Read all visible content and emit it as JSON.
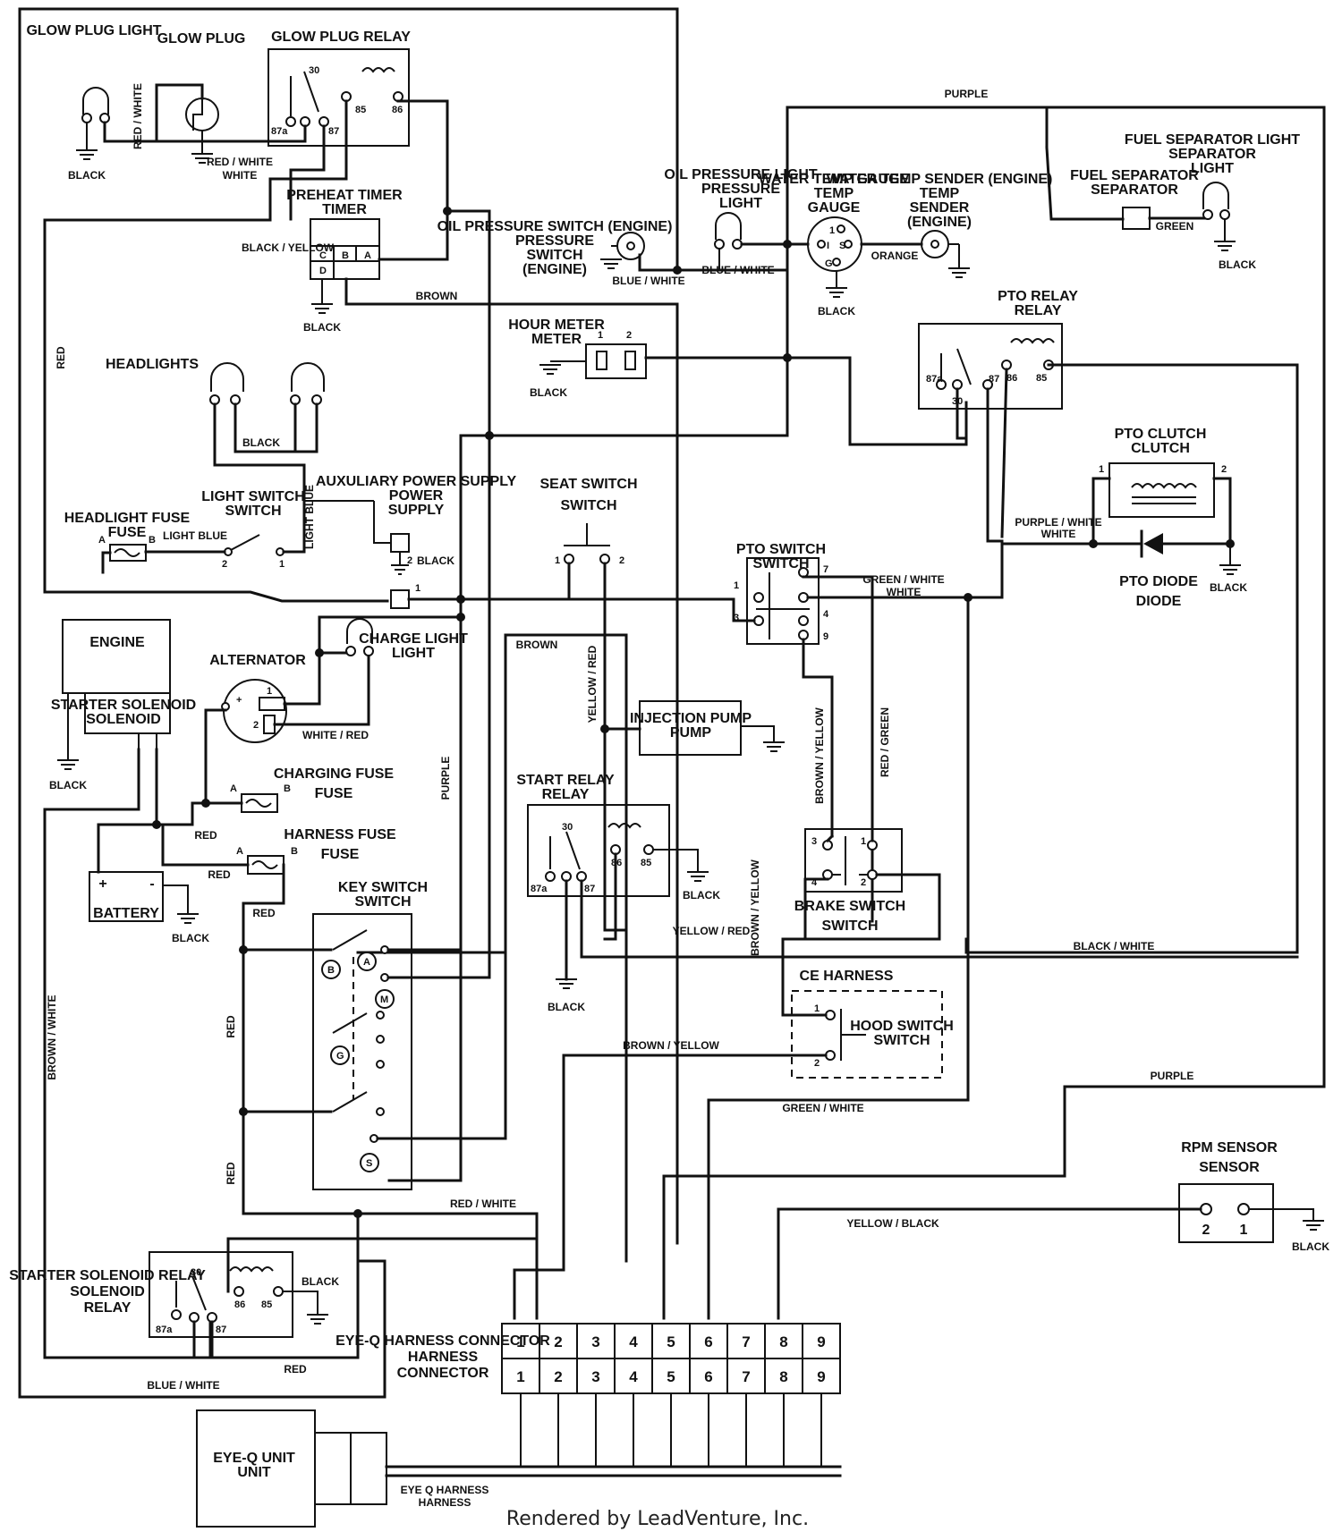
{
  "diagram": {
    "credit": "Rendered by LeadVenture, Inc.",
    "components": {
      "glow_plug_light": "GLOW PLUG LIGHT",
      "glow_plug": "GLOW PLUG",
      "glow_plug_relay": "GLOW PLUG RELAY",
      "preheat_timer": "PREHEAT TIMER",
      "oil_pressure_switch": "OIL PRESSURE SWITCH (ENGINE)",
      "oil_pressure_light": "OIL PRESSURE LIGHT",
      "water_temp_gauge": "WATER TEMP GAUGE",
      "water_temp_sender": "WATER TEMP SENDER (ENGINE)",
      "fuel_separator": "FUEL SEPARATOR",
      "fuel_separator_light": "FUEL SEPARATOR LIGHT",
      "hour_meter": "HOUR METER",
      "pto_relay": "PTO RELAY",
      "headlights": "HEADLIGHTS",
      "pto_clutch": "PTO CLUTCH",
      "light_switch": "LIGHT SWITCH",
      "auxiliary_power_supply": "AUXULIARY POWER SUPPLY",
      "seat_switch": "SEAT SWITCH",
      "headlight_fuse": "HEADLIGHT FUSE",
      "pto_switch": "PTO SWITCH",
      "pto_diode": "PTO DIODE",
      "engine": "ENGINE",
      "starter_solenoid": "STARTER SOLENOID",
      "alternator": "ALTERNATOR",
      "charge_light": "CHARGE LIGHT",
      "injection_pump": "INJECTION PUMP",
      "charging_fuse": "CHARGING FUSE",
      "start_relay": "START RELAY",
      "harness_fuse": "HARNESS FUSE",
      "battery": "BATTERY",
      "key_switch": "KEY SWITCH",
      "brake_switch": "BRAKE SWITCH",
      "ce_harness": "CE HARNESS",
      "hood_switch": "HOOD SWITCH",
      "rpm_sensor": "RPM SENSOR",
      "starter_solenoid_relay": "STARTER SOLENOID RELAY",
      "eye_q_harness_connector": "EYE-Q HARNESS CONNECTOR",
      "eye_q_unit": "EYE-Q UNIT",
      "eye_q_harness": "EYE Q HARNESS"
    },
    "wires": {
      "purple": "PURPLE",
      "red_white": "RED / WHITE",
      "black": "BLACK",
      "black_yellow": "BLACK / YELLOW",
      "red": "RED",
      "brown": "BROWN",
      "blue_white": "BLUE / WHITE",
      "orange": "ORANGE",
      "green": "GREEN",
      "light_blue": "LIGHT BLUE",
      "purple_white": "PURPLE / WHITE",
      "green_white": "GREEN / WHITE",
      "yellow_red": "YELLOW / RED",
      "white_red": "WHITE / RED",
      "brown_yellow": "BROWN / YELLOW",
      "red_green": "RED / GREEN",
      "black_white": "BLACK / WHITE",
      "brown_white": "BROWN / WHITE",
      "yellow_black": "YELLOW / BLACK"
    },
    "relay_pins": {
      "p30": "30",
      "p87a": "87a",
      "p87": "87",
      "p85": "85",
      "p86": "86"
    },
    "timer_pins": {
      "a": "A",
      "b": "B",
      "c": "C",
      "d": "D"
    },
    "fuse_pins": {
      "a": "A",
      "b": "B"
    },
    "key_positions": {
      "b": "B",
      "a": "A",
      "m": "M",
      "g": "G",
      "s": "S"
    },
    "gauge_pins": {
      "i": "I",
      "s": "S",
      "g": "G",
      "one": "1"
    },
    "alt_pins": {
      "plus": "+",
      "one": "1",
      "two": "2"
    },
    "battery_pins": {
      "plus": "+",
      "minus": "-"
    },
    "pin_numbers": {
      "n1": "1",
      "n2": "2",
      "n3": "3",
      "n4": "4",
      "n7": "7",
      "n9": "9"
    },
    "connector_pins": [
      "1",
      "2",
      "3",
      "4",
      "5",
      "6",
      "7",
      "8",
      "9"
    ]
  }
}
